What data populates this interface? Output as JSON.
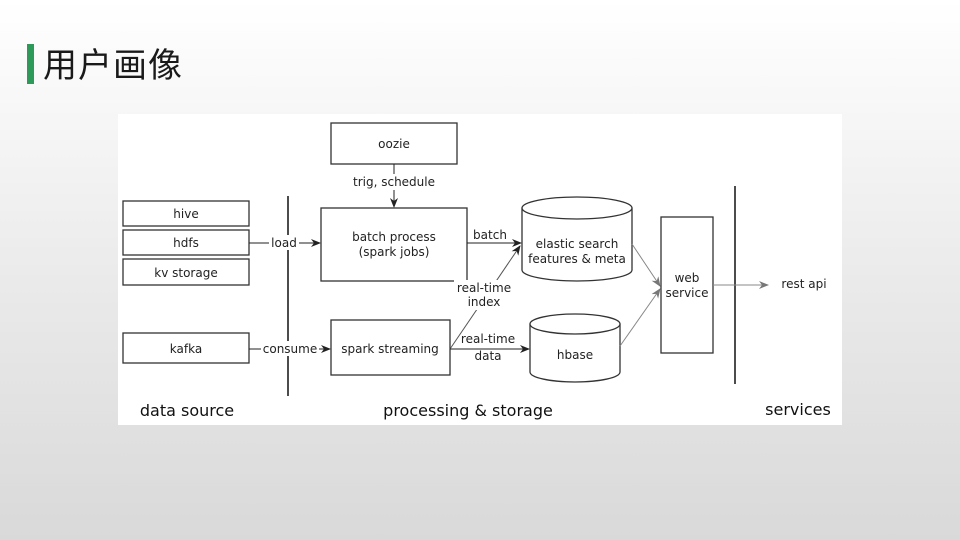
{
  "slide": {
    "title": "用户画像",
    "accent_color": "#2e9a5a"
  },
  "diagram": {
    "sources": {
      "hive": "hive",
      "hdfs": "hdfs",
      "kv_storage": "kv storage",
      "kafka": "kafka"
    },
    "nodes": {
      "oozie": "oozie",
      "batch_process_line1": "batch process",
      "batch_process_line2": "(spark jobs)",
      "spark_streaming": "spark streaming",
      "elastic_line1": "elastic search",
      "elastic_line2": "features & meta",
      "hbase": "hbase",
      "web_line1": "web",
      "web_line2": "service",
      "rest_api": "rest api"
    },
    "edges": {
      "trig_schedule": "trig, schedule",
      "load": "load",
      "consume": "consume",
      "batch": "batch",
      "realtime_index_line1": "real-time",
      "realtime_index_line2": "index",
      "realtime_data_line1": "real-time",
      "realtime_data_line2": "data"
    },
    "sections": {
      "data_source": "data source",
      "processing_storage": "processing & storage",
      "services": "services"
    }
  }
}
